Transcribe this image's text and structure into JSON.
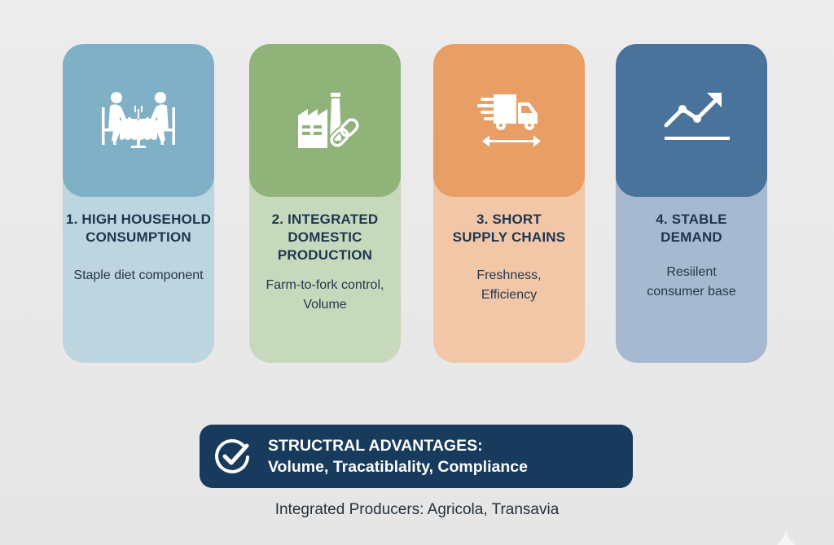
{
  "cards": [
    {
      "number": "1.",
      "title": "1. HIGH HOUSEHOLD CONSUMPTION",
      "title_lines": [
        "1. HIGH HOUSEHOLD",
        "CONSUMPTION"
      ],
      "description_lines": [
        "Staple diet component"
      ],
      "icon": "dining-table-icon",
      "colors": {
        "top": "#7fb0c5",
        "bottom": "#bcd5df"
      }
    },
    {
      "number": "2.",
      "title": "2. INTEGRATED DOMESTIC PRODUCTION",
      "title_lines": [
        "2. INTEGRATED",
        "DOMESTIC",
        "PRODUCTION"
      ],
      "description_lines": [
        "Farm-to-fork control,",
        "Volume"
      ],
      "icon": "factory-chain-link-icon",
      "colors": {
        "top": "#8fb378",
        "bottom": "#c7d9bd"
      }
    },
    {
      "number": "3.",
      "title": "3. SHORT SUPPLY CHAINS",
      "title_lines": [
        "3. SHORT",
        "SUPPLY CHAINS"
      ],
      "description_lines": [
        "Freshness,",
        "Efficiency"
      ],
      "icon": "delivery-truck-icon",
      "colors": {
        "top": "#e99e66",
        "bottom": "#f2c7a8"
      }
    },
    {
      "number": "4.",
      "title": "4. STABLE DEMAND",
      "title_lines": [
        "4. STABLE",
        "DEMAND"
      ],
      "description_lines": [
        "Resiilent",
        "consumer base"
      ],
      "icon": "trend-up-chart-icon",
      "colors": {
        "top": "#4a739b",
        "bottom": "#a6b9d0"
      }
    }
  ],
  "banner": {
    "icon": "check-circle-icon",
    "line1": "STRUCTRAL ADVANTAGES:",
    "line2": "Volume, Tracatiblality, Compliance",
    "color": "#183a5c"
  },
  "footer": {
    "text": "Integrated Producers: Agricola, Transavia"
  }
}
